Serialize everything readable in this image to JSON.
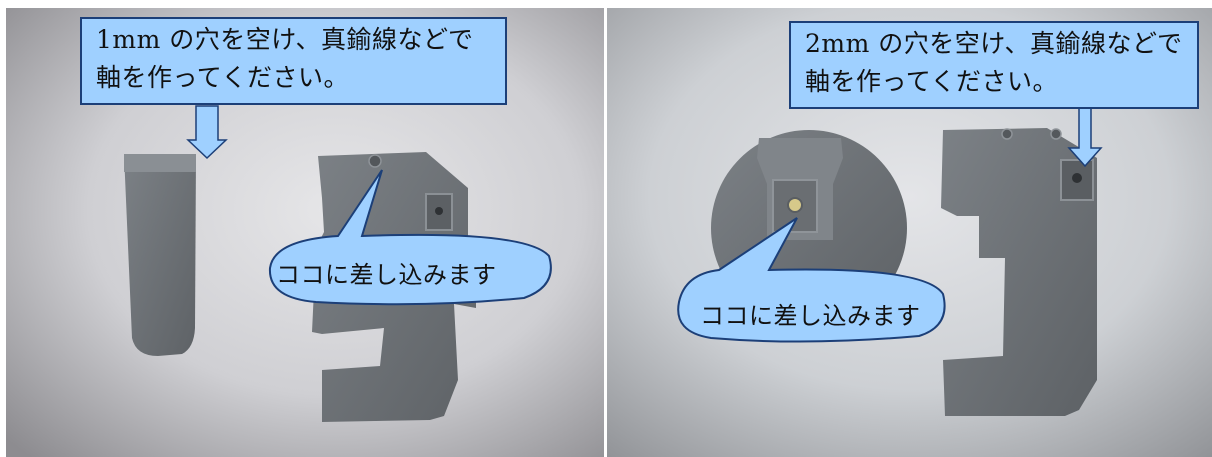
{
  "left_photo": {
    "note": "1mm の穴を空け、真鍮線などで",
    "note_line2": "軸を作ってください。",
    "bubble": "ココに差し込みます"
  },
  "right_photo": {
    "note": "2mm の穴を空け、真鍮線などで",
    "note_line2": "軸を作ってください。",
    "bubble": "ココに差し込みます"
  },
  "colors": {
    "callout_fill": "#9fd0ff",
    "callout_border": "#1c3f78",
    "part_gray": "#6f7478",
    "background_gray": "#cfd2d6"
  }
}
